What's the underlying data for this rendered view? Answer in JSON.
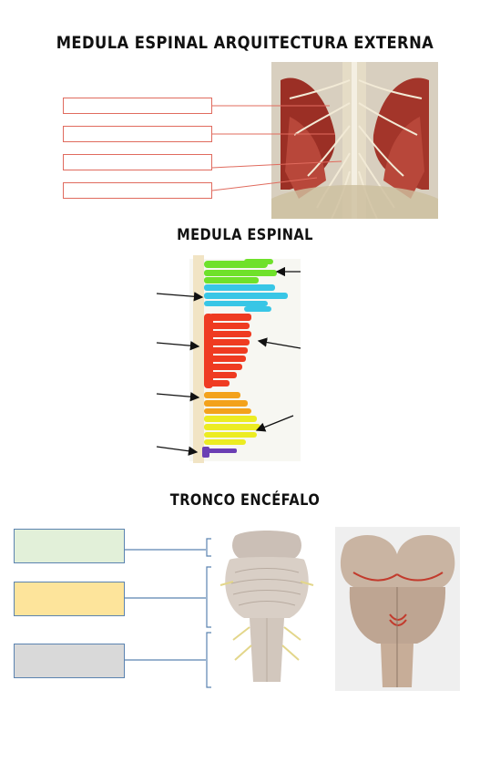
{
  "sections": {
    "arquitectura": {
      "title": "MEDULA ESPINAL ARQUITECTURA EXTERNA"
    },
    "medula": {
      "title": "MEDULA ESPINAL"
    },
    "tronco": {
      "title": "TRONCO ENCÉFALO"
    }
  },
  "colors": {
    "red_box_border": "#e06b5e",
    "tronco_box_border": "#5b83b0",
    "tronco_box_fills": [
      "#e2f0d9",
      "#fde49b",
      "#d9d9d9"
    ],
    "cervical": "#6fe12a",
    "cervical_lower": "#38c6e6",
    "thoracic": "#ef3b21",
    "lumbar": "#f3a21c",
    "sacral": "#ecec22",
    "coccygeal": "#6b3fb4"
  },
  "icons": {
    "arquitectura_photo": "spinal-cord-dissection-photo",
    "medula_diagram": "spinal-nerves-colored-diagram",
    "tronco_illustration": "brainstem-illustration",
    "tronco_photo": "brainstem-model-photo"
  }
}
